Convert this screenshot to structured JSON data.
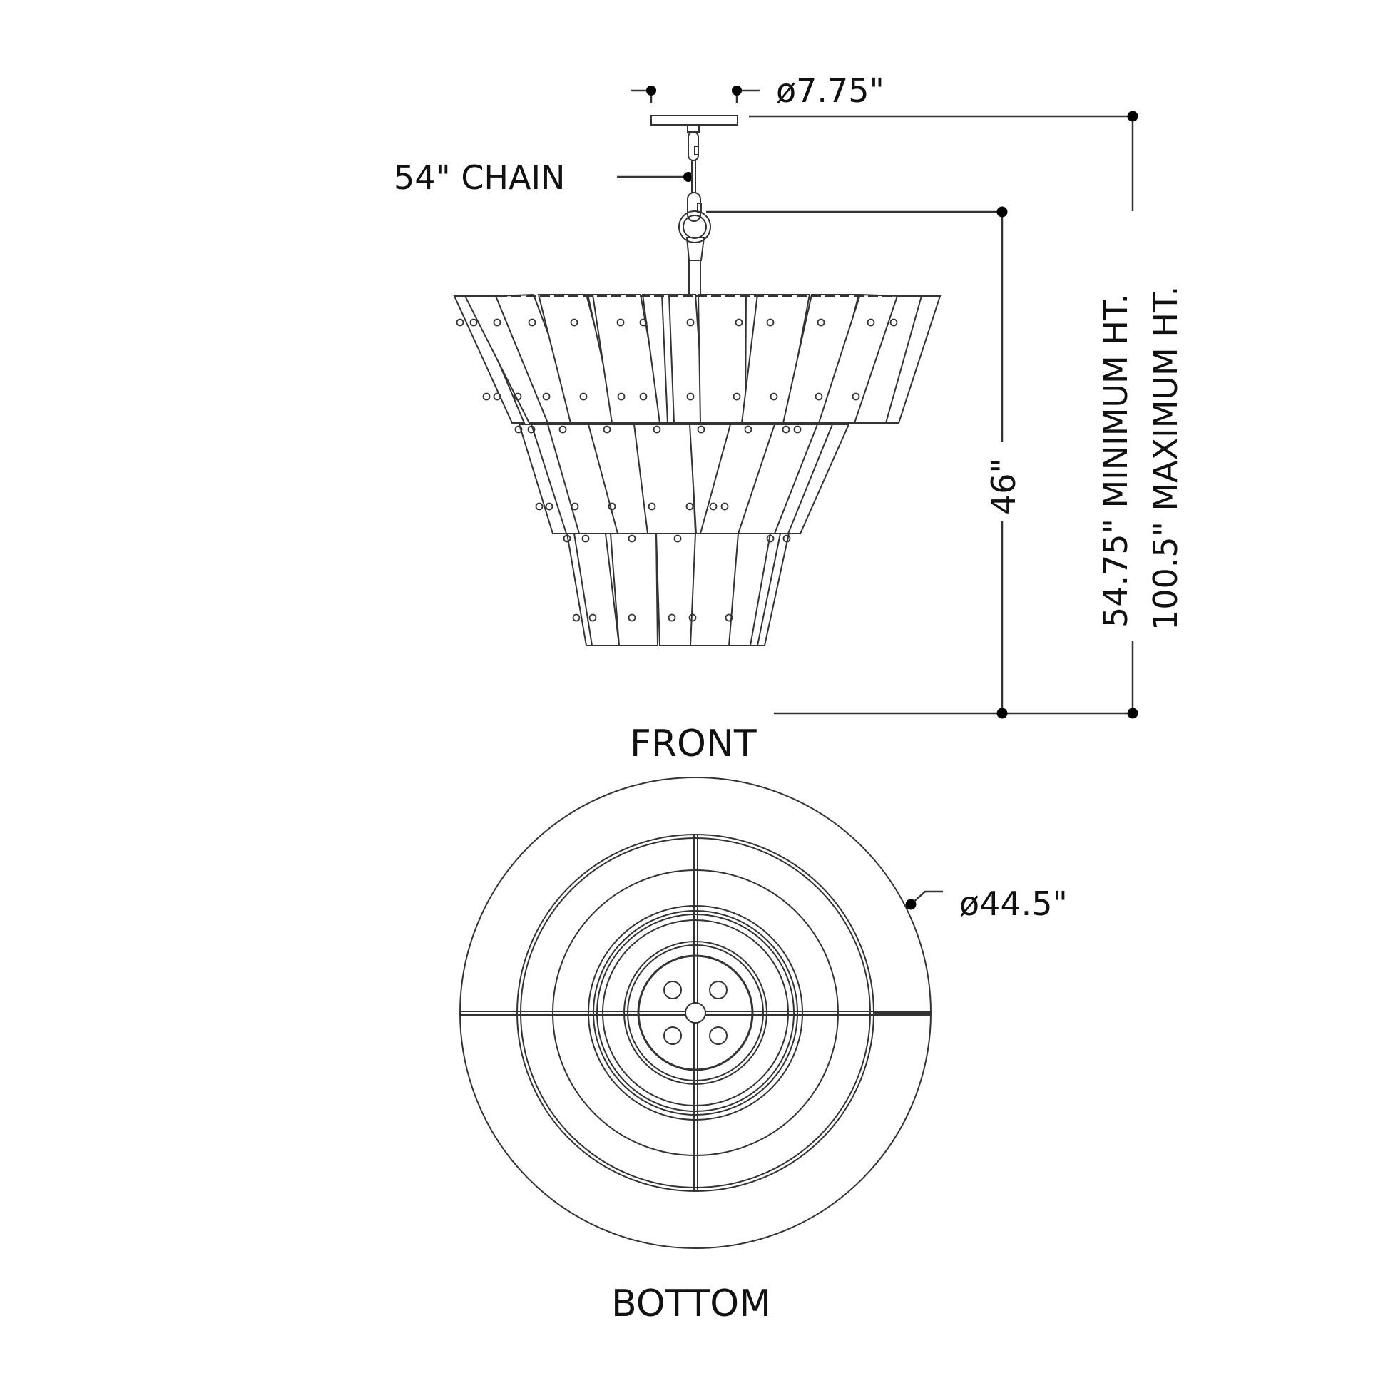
{
  "drawing": {
    "line_color": "#333333",
    "dot_color": "#000000",
    "text_color": "#111111"
  },
  "labels": {
    "canopy_diameter": "ø7.75\"",
    "chain_length": "54\" CHAIN",
    "fixture_height": "46\"",
    "minimum_height": "54.75\" MINIMUM HT.",
    "maximum_height": "100.5\" MAXIMUM HT.",
    "fixture_diameter": "ø44.5\"",
    "front_view": "FRONT",
    "bottom_view": "BOTTOM"
  }
}
